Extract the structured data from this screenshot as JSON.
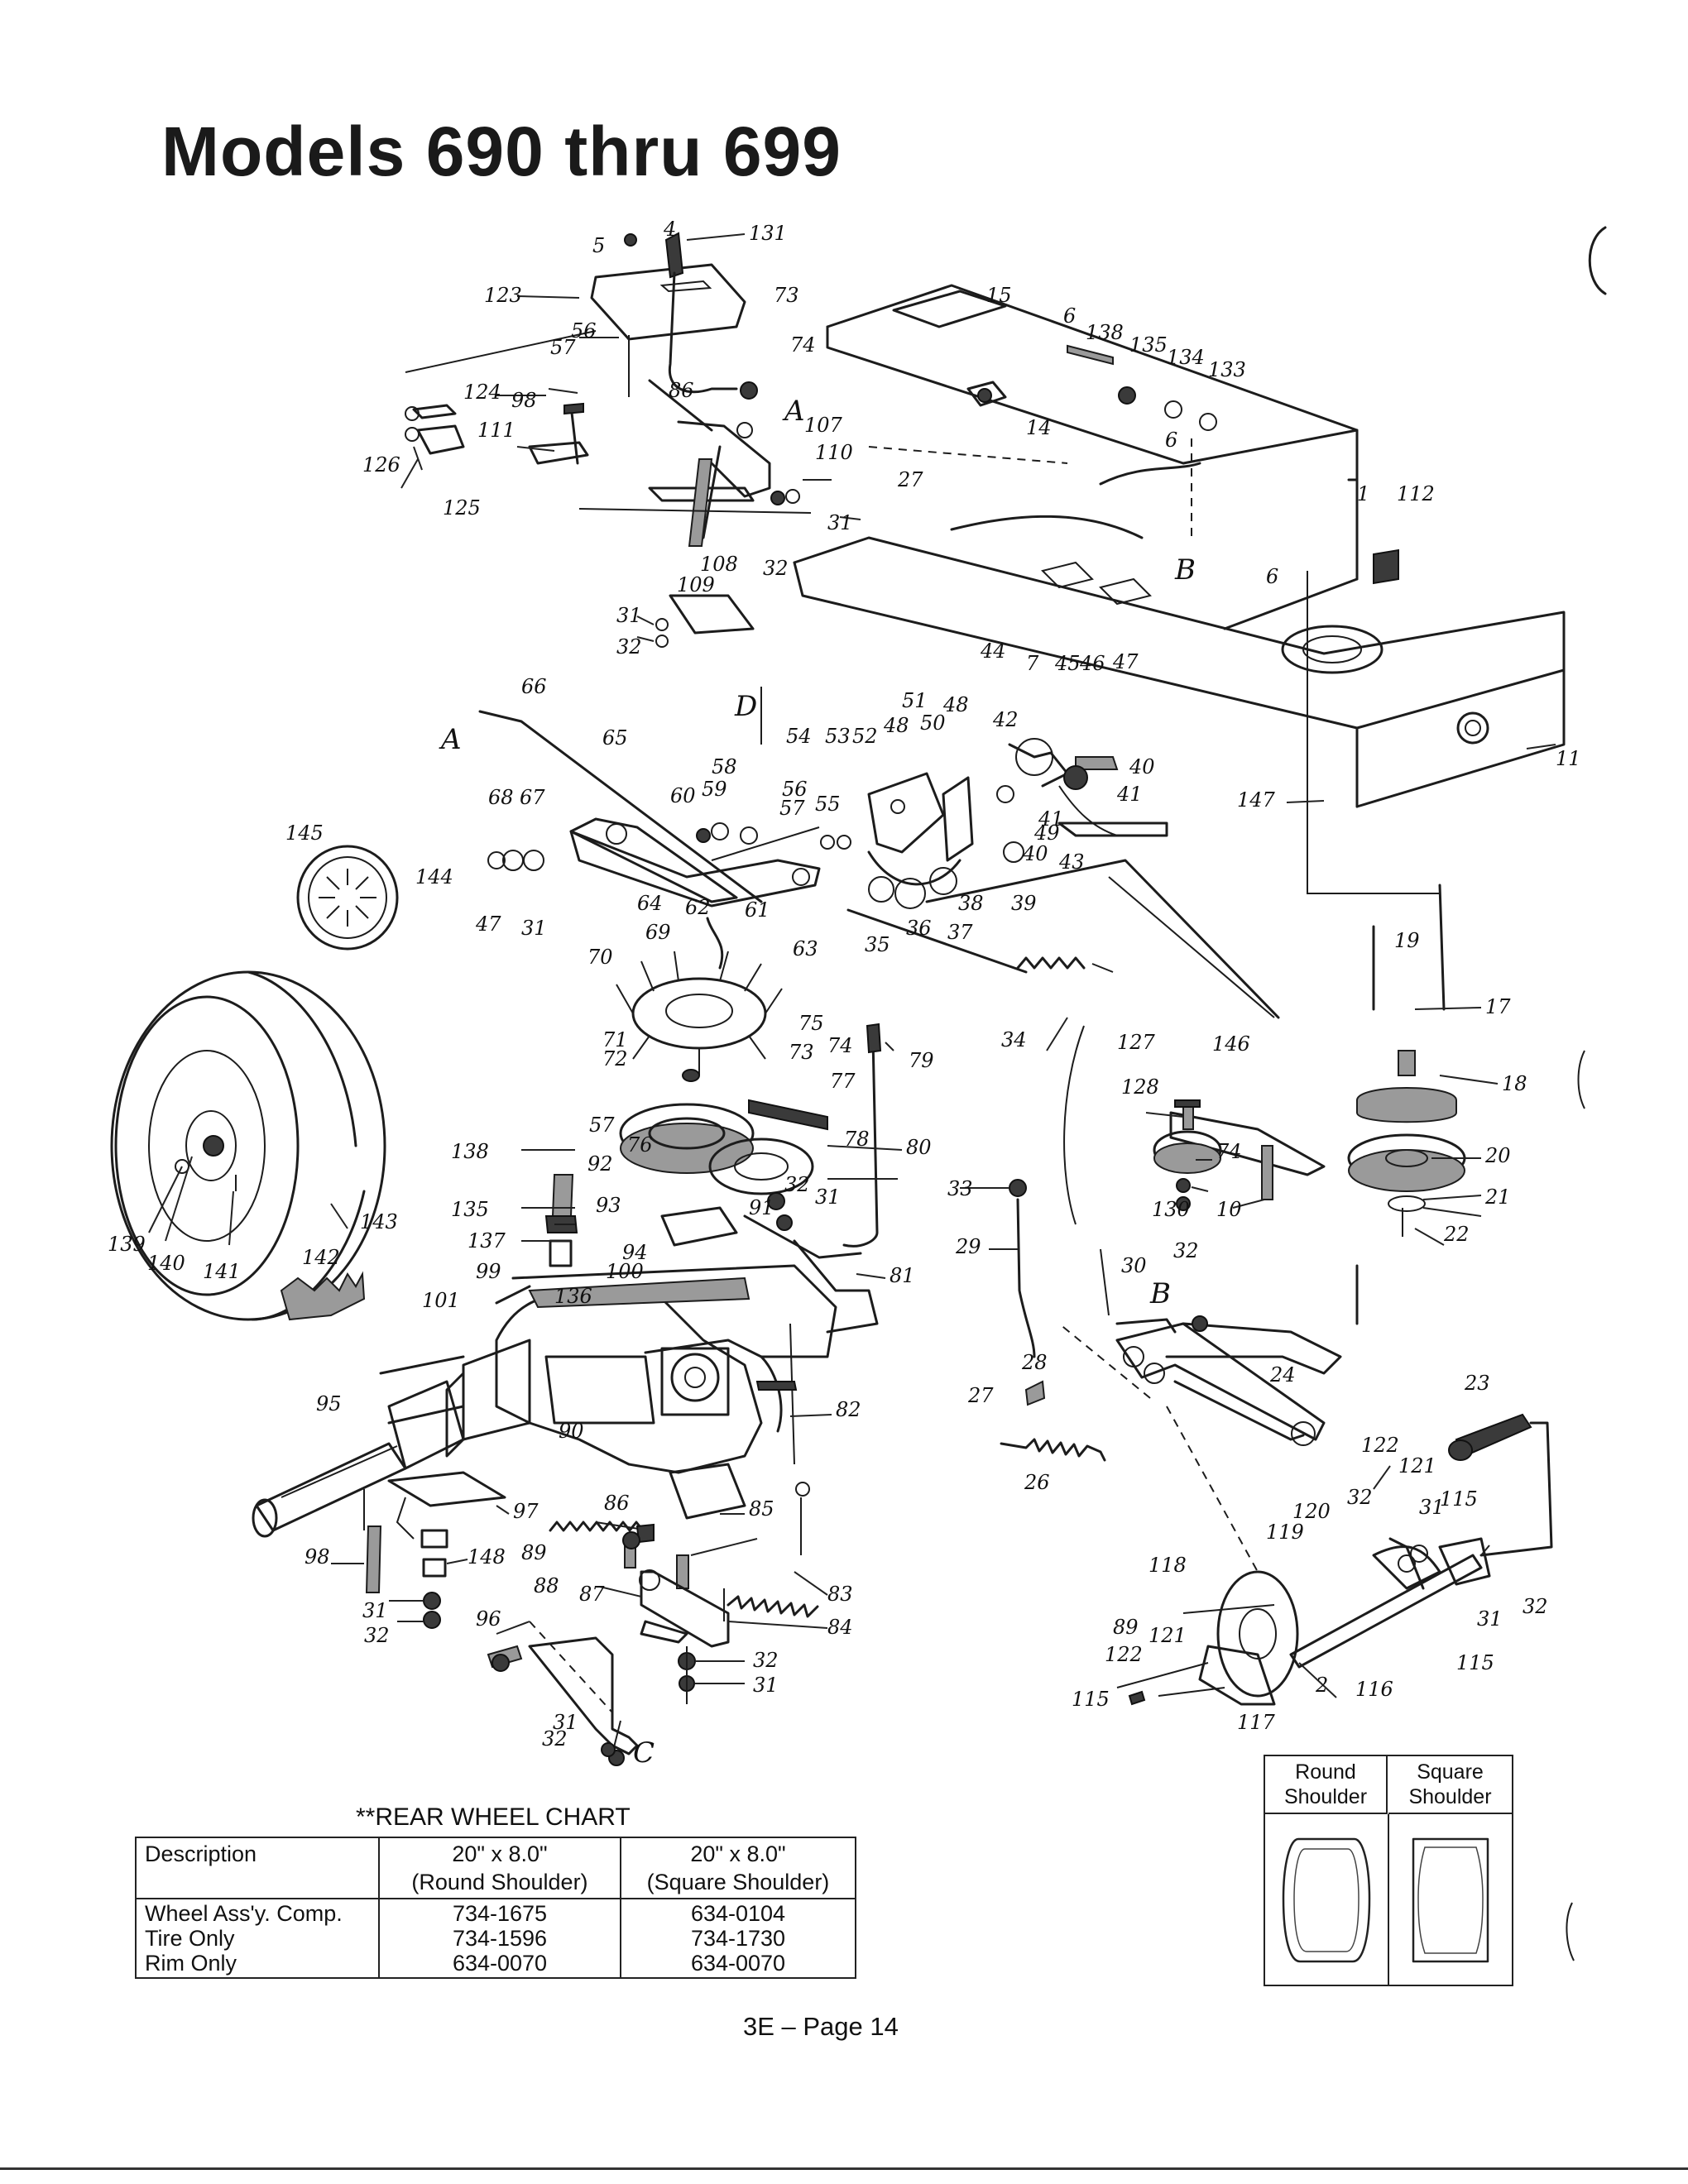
{
  "header": {
    "title": "Models 690 thru 699"
  },
  "diagram": {
    "labels": [
      "5",
      "4",
      "131",
      "123",
      "73",
      "74",
      "56",
      "57",
      "98",
      "124",
      "126",
      "125",
      "111",
      "86",
      "A",
      "107",
      "110",
      "27",
      "31",
      "32",
      "108",
      "109",
      "31",
      "32",
      "D",
      "15",
      "6",
      "138",
      "135",
      "134",
      "133",
      "14",
      "6",
      "B",
      "1",
      "112",
      "6",
      "11",
      "44",
      "7",
      "45",
      "46",
      "47",
      "42",
      "40",
      "41",
      "147",
      "51",
      "48",
      "50",
      "48",
      "52",
      "53",
      "54",
      "58",
      "59",
      "60",
      "56",
      "55",
      "57",
      "49",
      "40",
      "41",
      "43",
      "39",
      "38",
      "37",
      "36",
      "35",
      "66",
      "A",
      "65",
      "68",
      "67",
      "145",
      "144",
      "47",
      "31",
      "64",
      "62",
      "61",
      "63",
      "69",
      "70",
      "34",
      "127",
      "146",
      "128",
      "74",
      "130",
      "10",
      "19",
      "17",
      "18",
      "20",
      "21",
      "22",
      "75",
      "73",
      "74",
      "71",
      "72",
      "77",
      "79",
      "78",
      "80",
      "57",
      "76",
      "92",
      "93",
      "91",
      "32",
      "31",
      "81",
      "138",
      "135",
      "137",
      "99",
      "100",
      "94",
      "136",
      "101",
      "95",
      "82",
      "90",
      "97",
      "86",
      "85",
      "89",
      "98",
      "148",
      "83",
      "88",
      "87",
      "84",
      "31",
      "32",
      "96",
      "32",
      "31",
      "31",
      "32",
      "C",
      "139",
      "140",
      "141",
      "142",
      "143",
      "33",
      "29",
      "30",
      "32",
      "B",
      "28",
      "27",
      "24",
      "23",
      "26",
      "122",
      "121",
      "120",
      "119",
      "32",
      "31",
      "115",
      "118",
      "89",
      "121",
      "122",
      "115",
      "2",
      "116",
      "117",
      "115",
      "31",
      "32"
    ]
  },
  "wheel_chart": {
    "caption": "**REAR WHEEL CHART",
    "headers": [
      "Description",
      "20\" x 8.0\"",
      "(Round Shoulder)",
      "20\" x 8.0\"",
      "(Square Shoulder)"
    ],
    "rows": [
      [
        "Wheel Ass'y. Comp.",
        "734-1675",
        "634-0104"
      ],
      [
        "Tire Only",
        "734-1596",
        "734-1730"
      ],
      [
        "Rim Only",
        "634-0070",
        "634-0070"
      ]
    ]
  },
  "shoulder_legend": {
    "round": "Round Shoulder",
    "round_l1": "Round",
    "round_l2": "Shoulder",
    "square_l1": "Square",
    "square_l2": "Shoulder"
  },
  "footer": {
    "page": "3E – Page 14"
  }
}
